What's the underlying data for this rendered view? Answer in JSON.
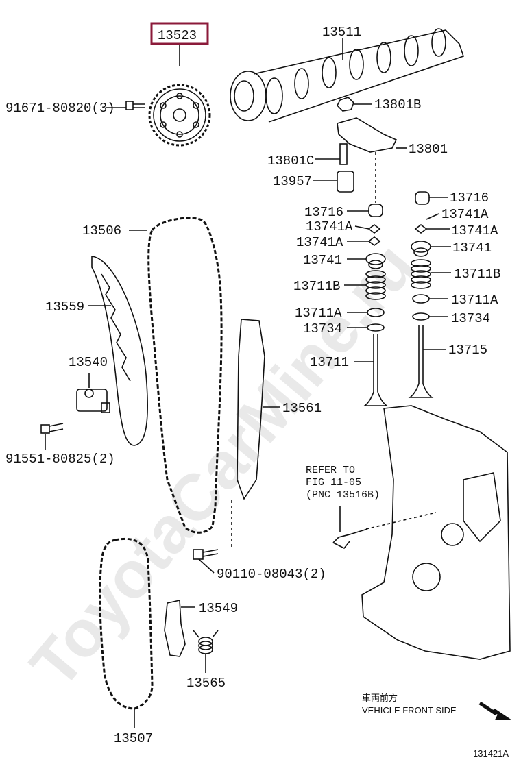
{
  "labels": {
    "sprocket": "13523",
    "camshaft": "13511",
    "bolt_sprocket": "91671-80820(3)",
    "nut_13801B": "13801B",
    "rocker": "13801",
    "bolt_13801C": "13801C",
    "adjuster": "13957",
    "shim_left": "13716",
    "shim_right": "13716",
    "chain_upper": "13506",
    "keeper_a1": "13741A",
    "keeper_a2": "13741A",
    "keeper_a3": "13741A",
    "retainer_left": "13741",
    "retainer_right": "13741",
    "spring_left": "13711B",
    "spring_right": "13711B",
    "guide_13559": "13559",
    "seat_left": "13711A",
    "seat_right": "13711A",
    "seal_left": "13734",
    "seal_right": "13734",
    "tensioner": "13540",
    "valve_intake": "13711",
    "valve_exhaust": "13715",
    "slipper_13561": "13561",
    "bolt_tensioner": "91551-80825(2)",
    "bolt_guide": "90110-08043(2)",
    "lever": "13549",
    "spring_coil": "13565",
    "chain_lower": "13507",
    "refer_line1": "REFER TO",
    "refer_line2": "FIG 11-05",
    "refer_line3": "(PNC 13516B)",
    "direction_jp": "車両前方",
    "direction_en": "VEHICLE FRONT SIDE",
    "figure_code": "131421A",
    "watermark": "ToyotaCarMine.ru"
  },
  "colors": {
    "line": "#111111",
    "highlight_box": "#8b1a3a",
    "watermark": "#e9e9e9"
  }
}
